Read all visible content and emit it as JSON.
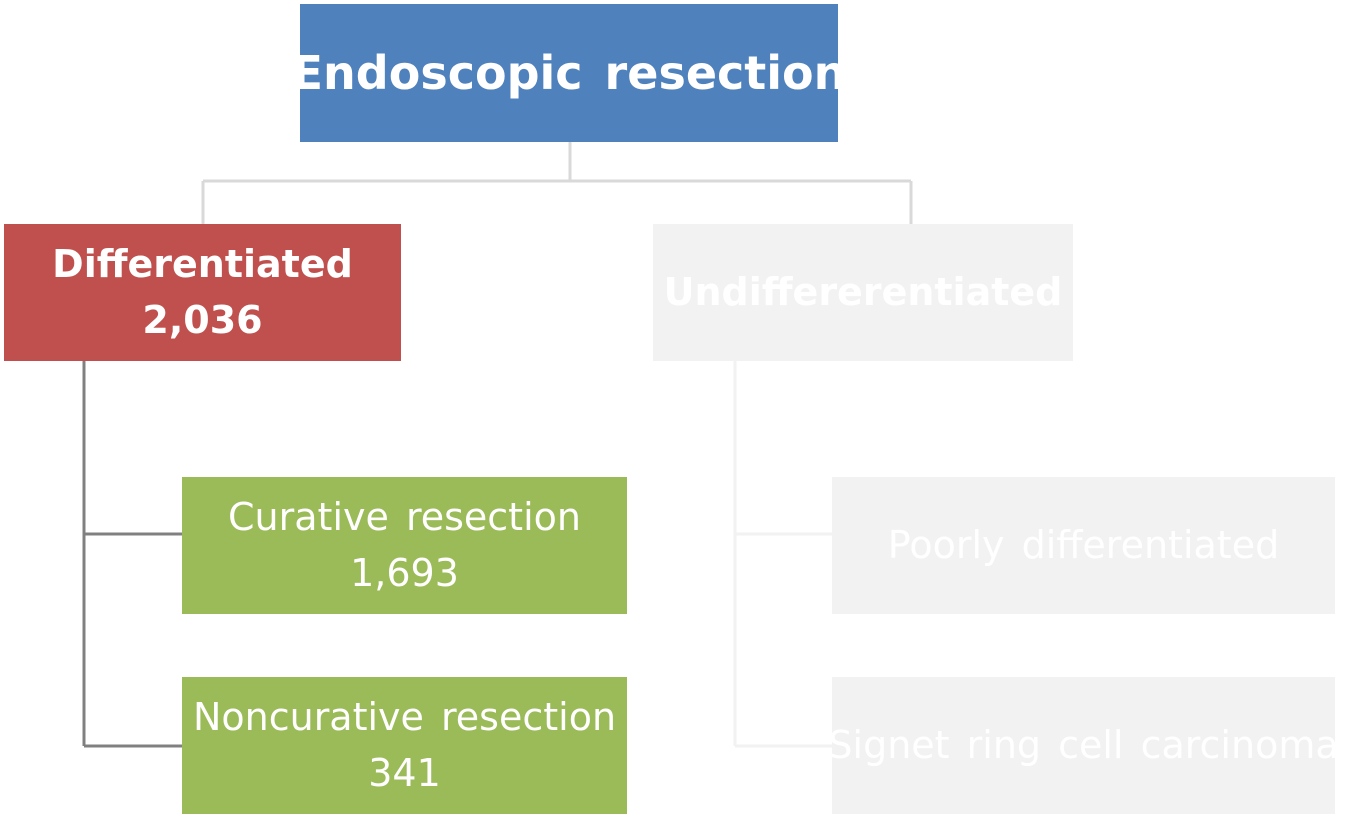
{
  "root": {
    "label": "Endoscopic resection",
    "color": "#4f81bd"
  },
  "differentiated": {
    "label": "Differentiated",
    "count": "2,036",
    "color": "#c0504d",
    "children": [
      {
        "label": "Curative resection",
        "count": "1,693",
        "color": "#9bbb59"
      },
      {
        "label": "Noncurative resection",
        "count": "341",
        "color": "#9bbb59"
      }
    ]
  },
  "undifferentiated": {
    "label": "Undiffererentiated",
    "color": "#f2f2f2",
    "children": [
      {
        "label": "Poorly differentiated",
        "color": "#f2f2f2"
      },
      {
        "label": "Signet ring cell carcinoma",
        "color": "#f2f2f2"
      }
    ]
  }
}
